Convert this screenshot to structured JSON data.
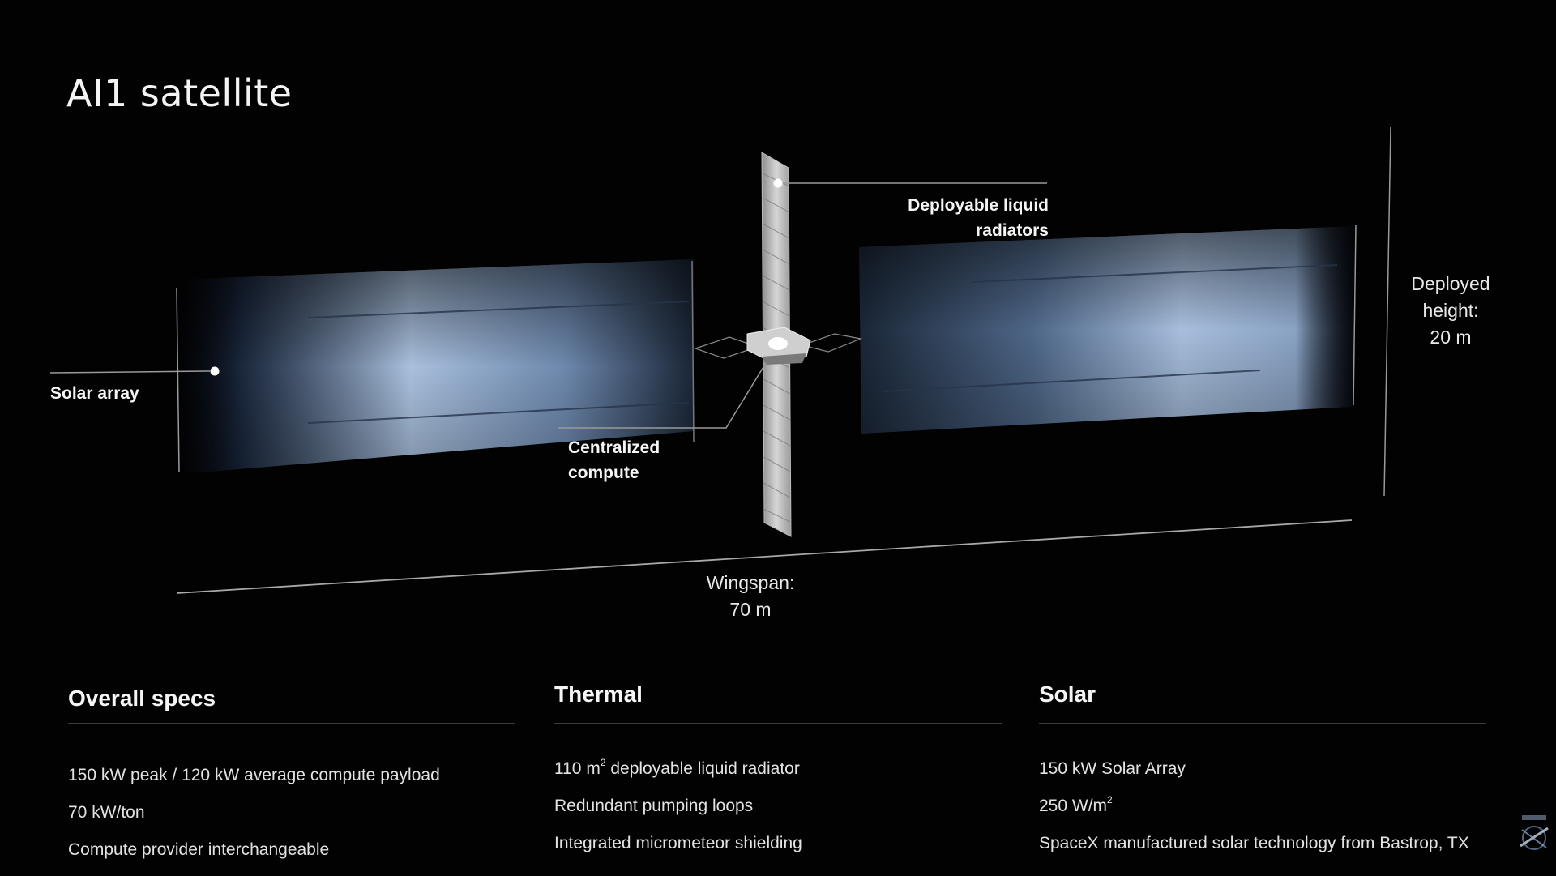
{
  "title": "AI1 satellite",
  "diagram": {
    "callouts": {
      "radiators": [
        "Deployable liquid",
        "radiators"
      ],
      "solar_array": "Solar array",
      "compute": [
        "Centralized",
        "compute"
      ]
    },
    "dimensions": {
      "height": [
        "Deployed",
        "height:",
        "20 m"
      ],
      "wingspan": [
        "Wingspan:",
        "70 m"
      ]
    }
  },
  "specs": {
    "overall": {
      "heading": "Overall specs",
      "items": [
        "150 kW peak / 120 kW average compute payload",
        "70 kW/ton",
        "Compute provider interchangeable"
      ]
    },
    "thermal": {
      "heading": "Thermal",
      "item1_prefix": "110 m",
      "item1_sup": "2",
      "item1_suffix": " deployable liquid radiator",
      "items": [
        "Redundant pumping loops",
        "Integrated micrometeor shielding"
      ]
    },
    "solar": {
      "heading": "Solar",
      "item1": "150 kW Solar Array",
      "item2_prefix": "250 W/m",
      "item2_sup": "2",
      "item3": "SpaceX manufactured solar technology from Bastrop, TX"
    }
  },
  "colors": {
    "background": "#020203",
    "panel_light": "#9fb6d4",
    "panel_dark": "#0f1a2b",
    "text": "#f2f2f2"
  },
  "watermark": {
    "icon": "logo-watermark-icon"
  }
}
